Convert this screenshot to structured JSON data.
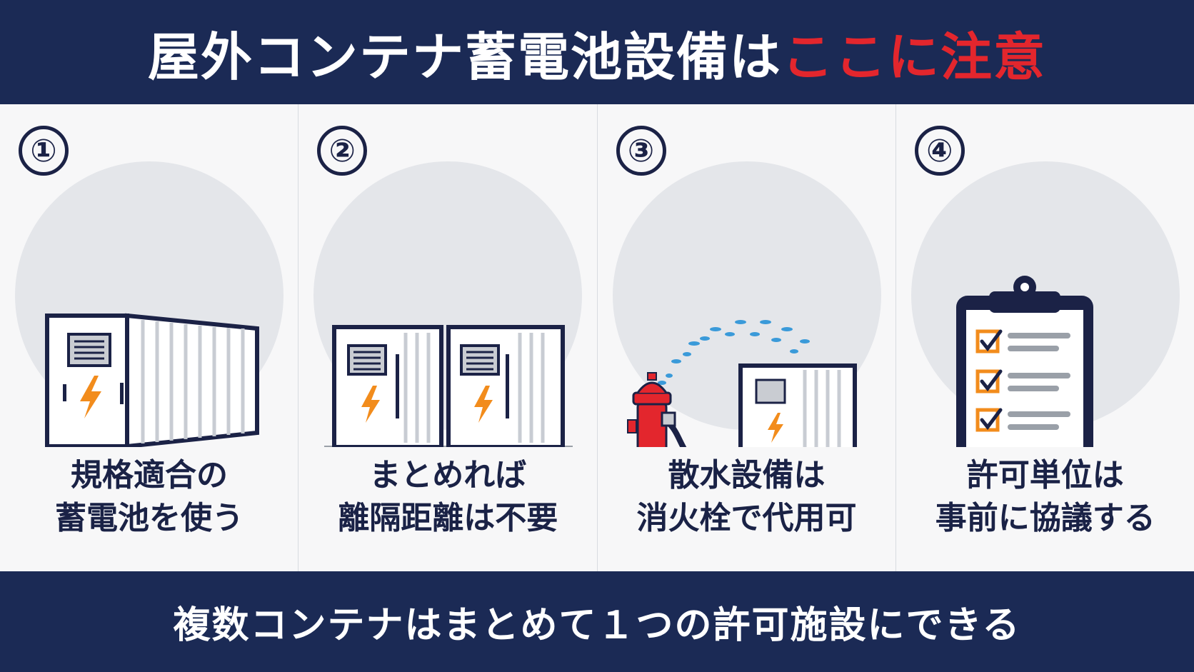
{
  "header": {
    "title_main": "屋外コンテナ蓄電池設備は",
    "title_accent": "ここに注意",
    "accent_color": "#e3262d",
    "background": "#1b2a55"
  },
  "panels": [
    {
      "number": "①",
      "illustration": "battery-container-icon",
      "line1": "規格適合の",
      "line2": "蓄電池を使う"
    },
    {
      "number": "②",
      "illustration": "two-containers-icon",
      "line1": "まとめれば",
      "line2": "離隔距離は不要"
    },
    {
      "number": "③",
      "illustration": "fire-hydrant-spray-icon",
      "line1": "散水設備は",
      "line2": "消火栓で代用可"
    },
    {
      "number": "④",
      "illustration": "checklist-clipboard-icon",
      "line1": "許可単位は",
      "line2": "事前に協議する"
    }
  ],
  "footer": {
    "text": "複数コンテナはまとめて１つの許可施設にできる"
  }
}
